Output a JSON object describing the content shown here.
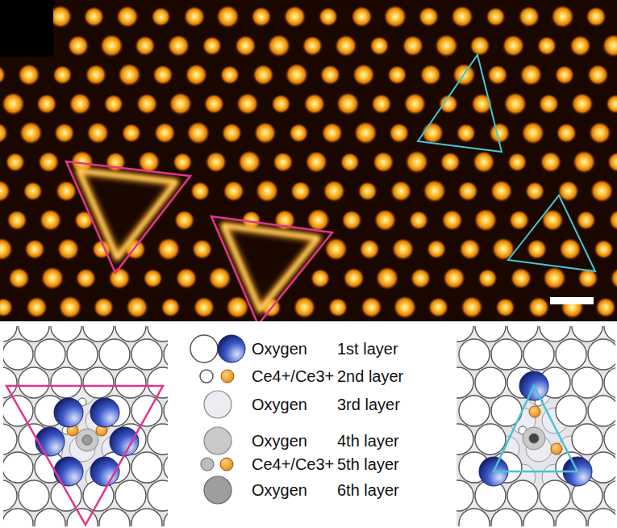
{
  "diagram": {
    "labels": [
      "1st layer",
      "2nd layer",
      "3rd layer",
      "4th layer",
      "5th layer",
      "6th layer"
    ],
    "legend": [
      {
        "text": "Oxygen"
      },
      {
        "text": "Ce4+/Ce3+"
      },
      {
        "text": "Oxygen"
      },
      {
        "text": "Oxygen"
      },
      {
        "text": "Ce4+/Ce3+"
      },
      {
        "text": "Oxygen"
      }
    ]
  }
}
